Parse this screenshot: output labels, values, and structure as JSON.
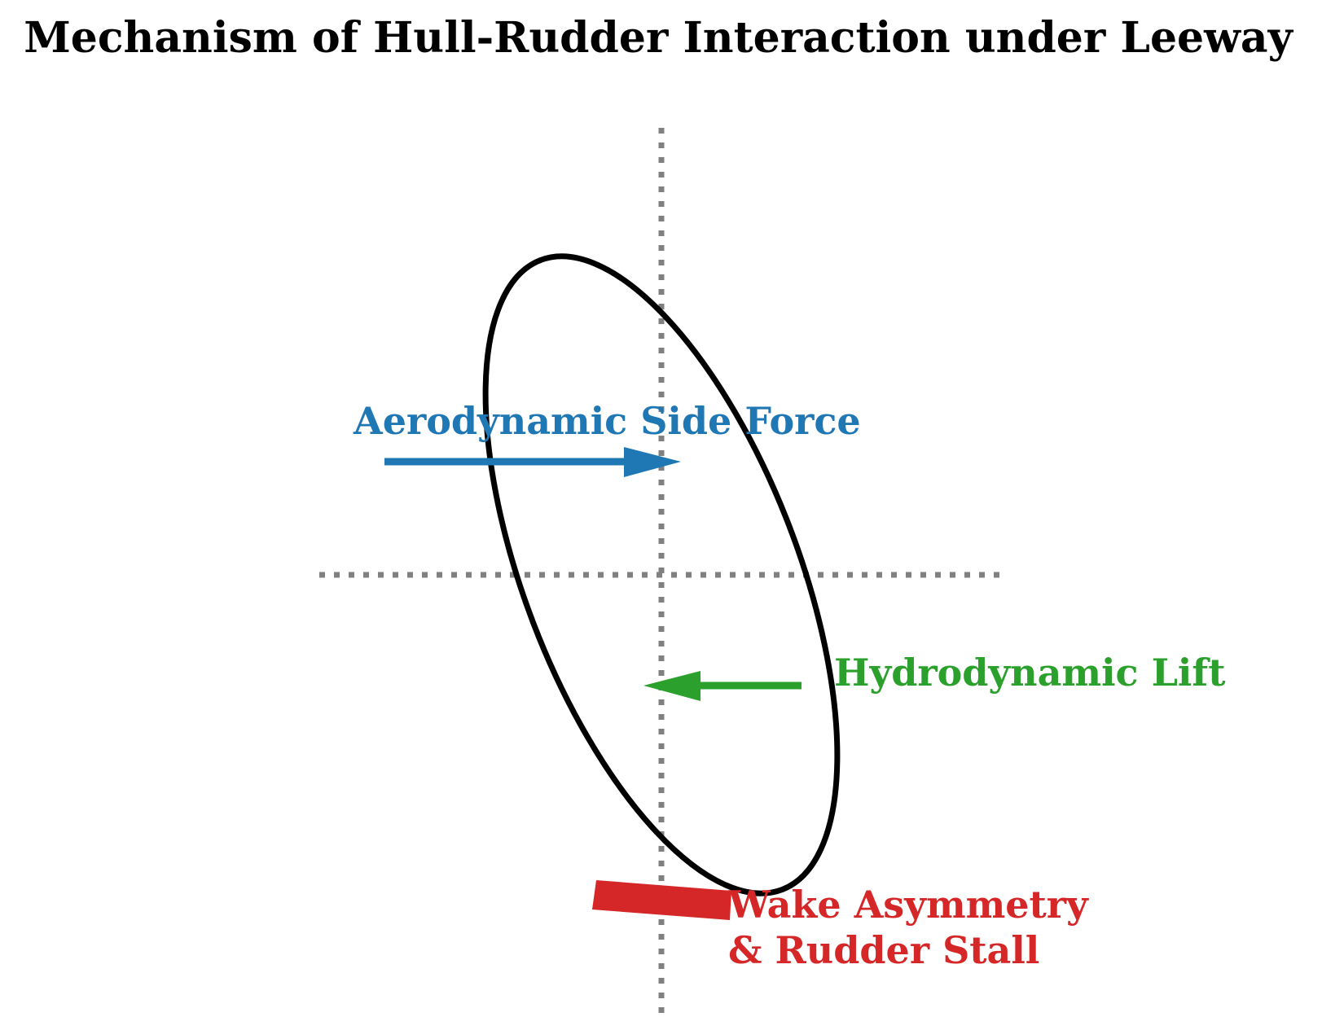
{
  "title": "Mechanism of Hull-Rudder Interaction under Leeway",
  "forces": {
    "aerodynamic": {
      "label": "Aerodynamic Side Force",
      "color": "#1f77b4"
    },
    "hydrodynamic": {
      "label": "Hydrodynamic Lift",
      "color": "#2ca02c"
    },
    "wake": {
      "label_line1": "Wake Asymmetry",
      "label_line2": "& Rudder Stall",
      "color": "#d62728"
    }
  },
  "colors": {
    "hull_outline": "#000000",
    "axis_lines": "#808080"
  }
}
